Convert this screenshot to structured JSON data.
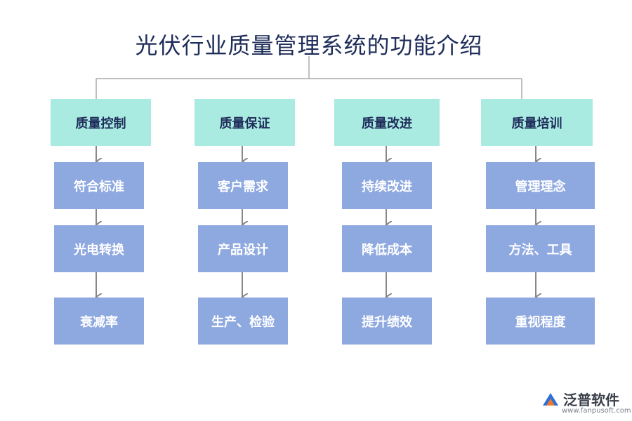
{
  "title": "光伏行业质量管理系统的功能介绍",
  "columns": [
    {
      "header": "质量控制",
      "items": [
        "符合标准",
        "光电转换",
        "衰减率"
      ]
    },
    {
      "header": "质量保证",
      "items": [
        "客户需求",
        "产品设计",
        "生产、检验"
      ]
    },
    {
      "header": "质量改进",
      "items": [
        "持续改进",
        "降低成本",
        "提升绩效"
      ]
    },
    {
      "header": "质量培训",
      "items": [
        "管理理念",
        "方法、工具",
        "重视程度"
      ]
    }
  ],
  "logo": {
    "name": "泛普软件",
    "url": "www.fanpusoft.com",
    "icon": "fanpu-logo-icon"
  },
  "colors": {
    "header_fill": "#a9ebe1",
    "item_fill": "#8ea8e0",
    "title_text": "#1f2d5a",
    "connector": "#999999",
    "logo_orange": "#f07a2a",
    "logo_blue": "#2e6fd8"
  }
}
